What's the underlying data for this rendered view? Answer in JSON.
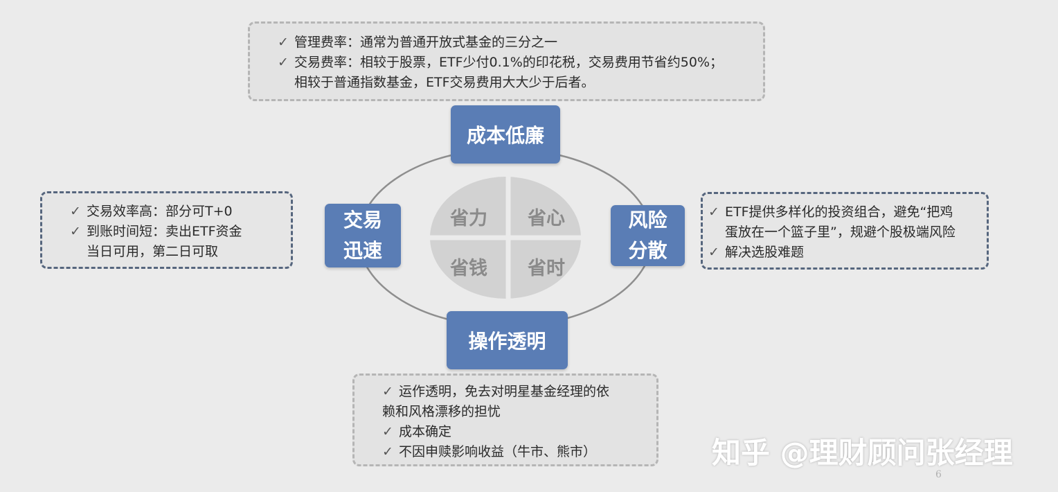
{
  "diagram": {
    "center": {
      "quadrants": [
        "省力",
        "省心",
        "省钱",
        "省时"
      ]
    },
    "nodes": {
      "top": "成本低廉",
      "left": [
        "交易",
        "迅速"
      ],
      "right": [
        "风险",
        "分散"
      ],
      "bottom": "操作透明"
    },
    "notes": {
      "top": {
        "lines": [
          {
            "check": "✓",
            "text": "管理费率：通常为普通开放式基金的三分之一"
          },
          {
            "check": "✓",
            "text": "交易费率：相较于股票，ETF少付0.1%的印花税，交易费用节省约50%；"
          },
          {
            "check": "",
            "text": "相较于普通指数基金，ETF交易费用大大少于后者。"
          }
        ]
      },
      "left": {
        "lines": [
          {
            "check": "✓",
            "text": "交易效率高：部分可T+0"
          },
          {
            "check": "✓",
            "text": "到账时间短：卖出ETF资金"
          },
          {
            "check": "",
            "text": "当日可用，第二日可取"
          }
        ]
      },
      "right": {
        "lines": [
          {
            "check": "✓",
            "text": "ETF提供多样化的投资组合，避免“把鸡"
          },
          {
            "check": "",
            "text": "蛋放在一个篮子里”，规避个股极端风险"
          },
          {
            "check": "✓",
            "text": "解决选股难题"
          }
        ]
      },
      "bottom": {
        "lines": [
          {
            "check": "✓",
            "text": "运作透明，免去对明星基金经理的依"
          },
          {
            "check": "",
            "text": "赖和风格漂移的担忧"
          },
          {
            "check": "✓",
            "text": "成本确定"
          },
          {
            "check": "✓",
            "text": "不因申赎影响收益（牛市、熊市）"
          }
        ]
      }
    }
  },
  "watermark": "知乎 @理财顾问张经理",
  "page_number": "6",
  "colors": {
    "node_fill": "#5a7db5",
    "quadrant_fill": "#d2d2d2",
    "ellipse_stroke": "#8e8e8e",
    "blue_border": "#56667e",
    "gray_border": "#b5b5b5"
  }
}
